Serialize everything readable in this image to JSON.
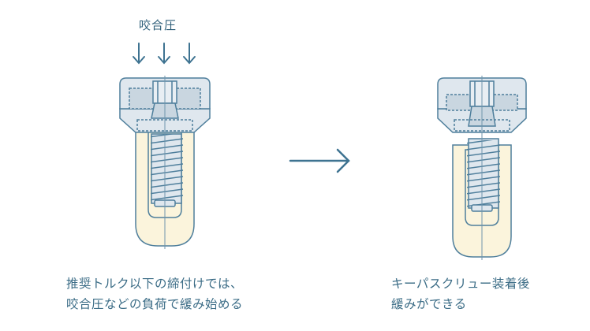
{
  "labels": {
    "pressure": "咬合圧"
  },
  "captions": {
    "left": [
      "推奨トルク以下の締付けでは、",
      "咬合圧などの負荷で緩み始める"
    ],
    "right": [
      "キーパスクリュー装着後",
      "緩みができる"
    ]
  },
  "colors": {
    "stroke": "#4f7f9c",
    "fill_light": "#dfe7ee",
    "fill_mid": "#c9d6e0",
    "fill_cream": "#fbf4dc",
    "text": "#3b6c86",
    "arrow": "#3e7391"
  }
}
